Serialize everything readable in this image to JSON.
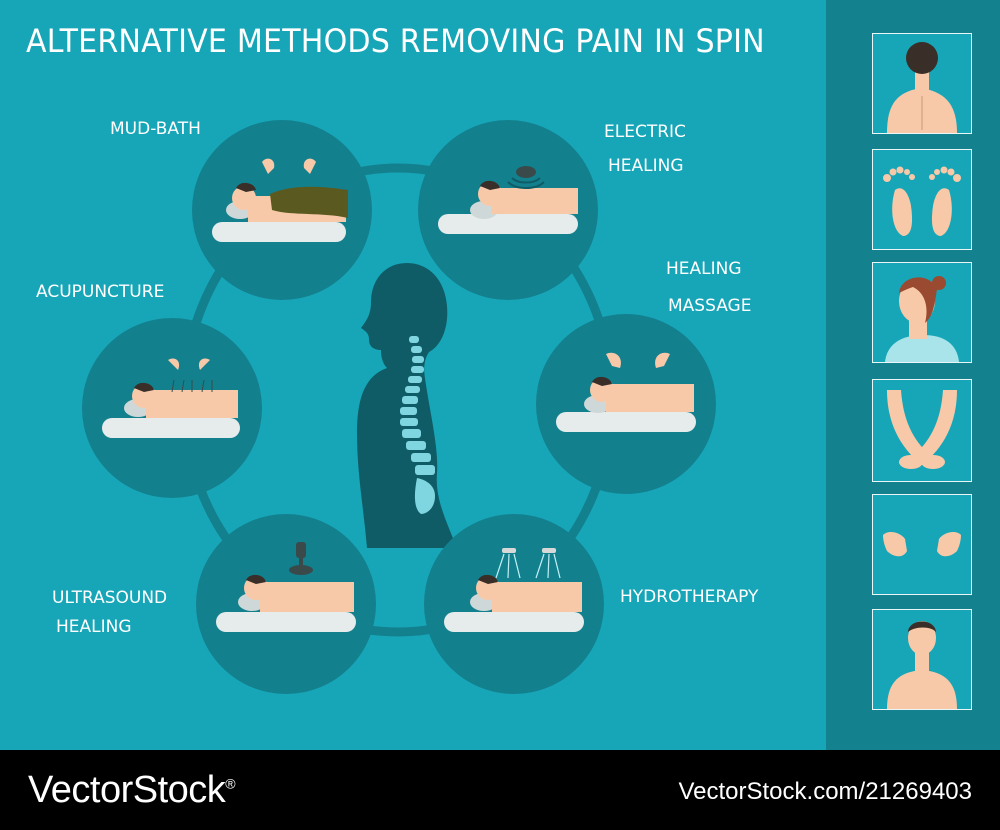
{
  "title": "ALTERNATIVE METHODS REMOVING PAIN IN SPIN",
  "methods": {
    "mud_bath": "MUD-BATH",
    "electric_1": "ELECTRIC",
    "electric_2": "HEALING",
    "acupuncture": "ACUPUNCTURE",
    "massage_1": "HEALING",
    "massage_2": "MASSAGE",
    "ultrasound_1": "ULTRASOUND",
    "ultrasound_2": "HEALING",
    "hydrotherapy": "HYDROTHERAPY"
  },
  "footer": {
    "brand": "VectorStock",
    "brand_mark": "®",
    "url": "VectorStock.com/21269403"
  },
  "colors": {
    "background": "#17a6b8",
    "circle": "#13808e",
    "silhouette": "#0f5c66",
    "spine": "#7fd6e0",
    "skin": "#f8c9a8",
    "sidebar": "#14818f"
  },
  "icons": [
    "back-icon",
    "feet-icon",
    "woman-icon",
    "arms-icon",
    "hands-icon",
    "man-icon"
  ]
}
